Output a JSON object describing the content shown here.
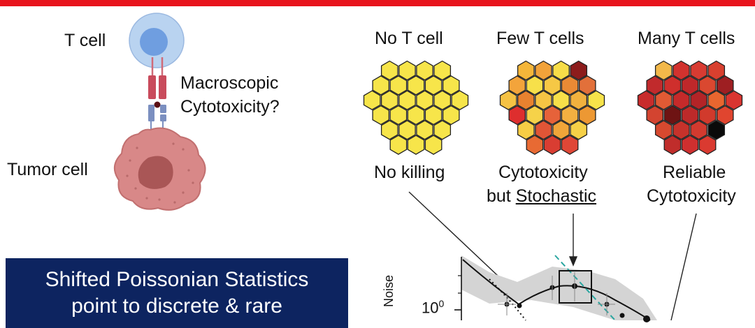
{
  "labels": {
    "t_cell": "T cell",
    "macroscopic_line1": "Macroscopic",
    "macroscopic_line2": "Cytotoxicity?",
    "tumor_cell": "Tumor cell"
  },
  "panels": [
    {
      "title": "No T cell",
      "outcome_line1": "No killing",
      "outcome_line2": ""
    },
    {
      "title": "Few T cells",
      "outcome_line1": "Cytotoxicity",
      "outcome_prefix": "but ",
      "outcome_emph": "Stochastic"
    },
    {
      "title": "Many T cells",
      "outcome_line1": "Reliable",
      "outcome_line2": "Cytotoxicity"
    }
  ],
  "banner": {
    "line1": "Shifted Poissonian Statistics",
    "line2": "point to discrete & rare"
  },
  "plot": {
    "ylabel": "Noise",
    "ytick_base": "10",
    "ytick_exp": "0"
  },
  "colors": {
    "accent_bar": "#e8141c",
    "banner_bg": "#0d2460",
    "tcell_outer": "#b9d3f0",
    "tcell_inner": "#6f9ee0",
    "tumor_fill": "#d88888",
    "tumor_nucleus": "#a95656"
  },
  "hexagon_grids": [
    [
      "#f7e54a",
      "#f7e54a",
      "#f7e54a",
      "#f7e54a",
      "#f7e54a",
      "#f7e54a",
      "#f7e54a",
      "#f7e54a",
      "#f7e54a",
      "#f7e54a",
      "#f7e54a",
      "#f7e54a",
      "#f7e54a",
      "#f7e54a",
      "#f7e54a",
      "#f7e54a",
      "#f7e54a",
      "#f7e54a",
      "#f7e54a",
      "#f7e54a",
      "#f7e54a",
      "#f7e54a",
      "#f7e54a",
      "#f7e54a",
      "#f7e54a",
      "#f7e54a",
      "#f7e54a"
    ],
    [
      "#f4b63a",
      "#f1a23a",
      "#f7dd48",
      "#8c1c1c",
      "#f3a43b",
      "#f7e04a",
      "#f6c845",
      "#ea8a35",
      "#e2703a",
      "#f5c244",
      "#e8822f",
      "#f6c544",
      "#f7e049",
      "#f1b13e",
      "#f7e34a",
      "#de2e2e",
      "#f6d249",
      "#e6623a",
      "#f3b041",
      "#ed9833",
      "#f6cd45",
      "#e05536",
      "#f0a539",
      "#f6d047",
      "#e86a33",
      "#d93d32",
      "#e04736"
    ],
    [
      "#f2b84a",
      "#d2322e",
      "#d83b32",
      "#d8402f",
      "#c12a2c",
      "#cf2f2c",
      "#bf282a",
      "#da4830",
      "#9e1f22",
      "#c82c2c",
      "#e05a34",
      "#c52a2a",
      "#b32427",
      "#e8662f",
      "#d93530",
      "#d34430",
      "#6e1313",
      "#bd2a2a",
      "#d13a2c",
      "#e0452f",
      "#d7492f",
      "#c6322b",
      "#d23a2f",
      "#0a0a0a",
      "#c02d2b",
      "#cf2f2f",
      "#da3a30"
    ]
  ]
}
